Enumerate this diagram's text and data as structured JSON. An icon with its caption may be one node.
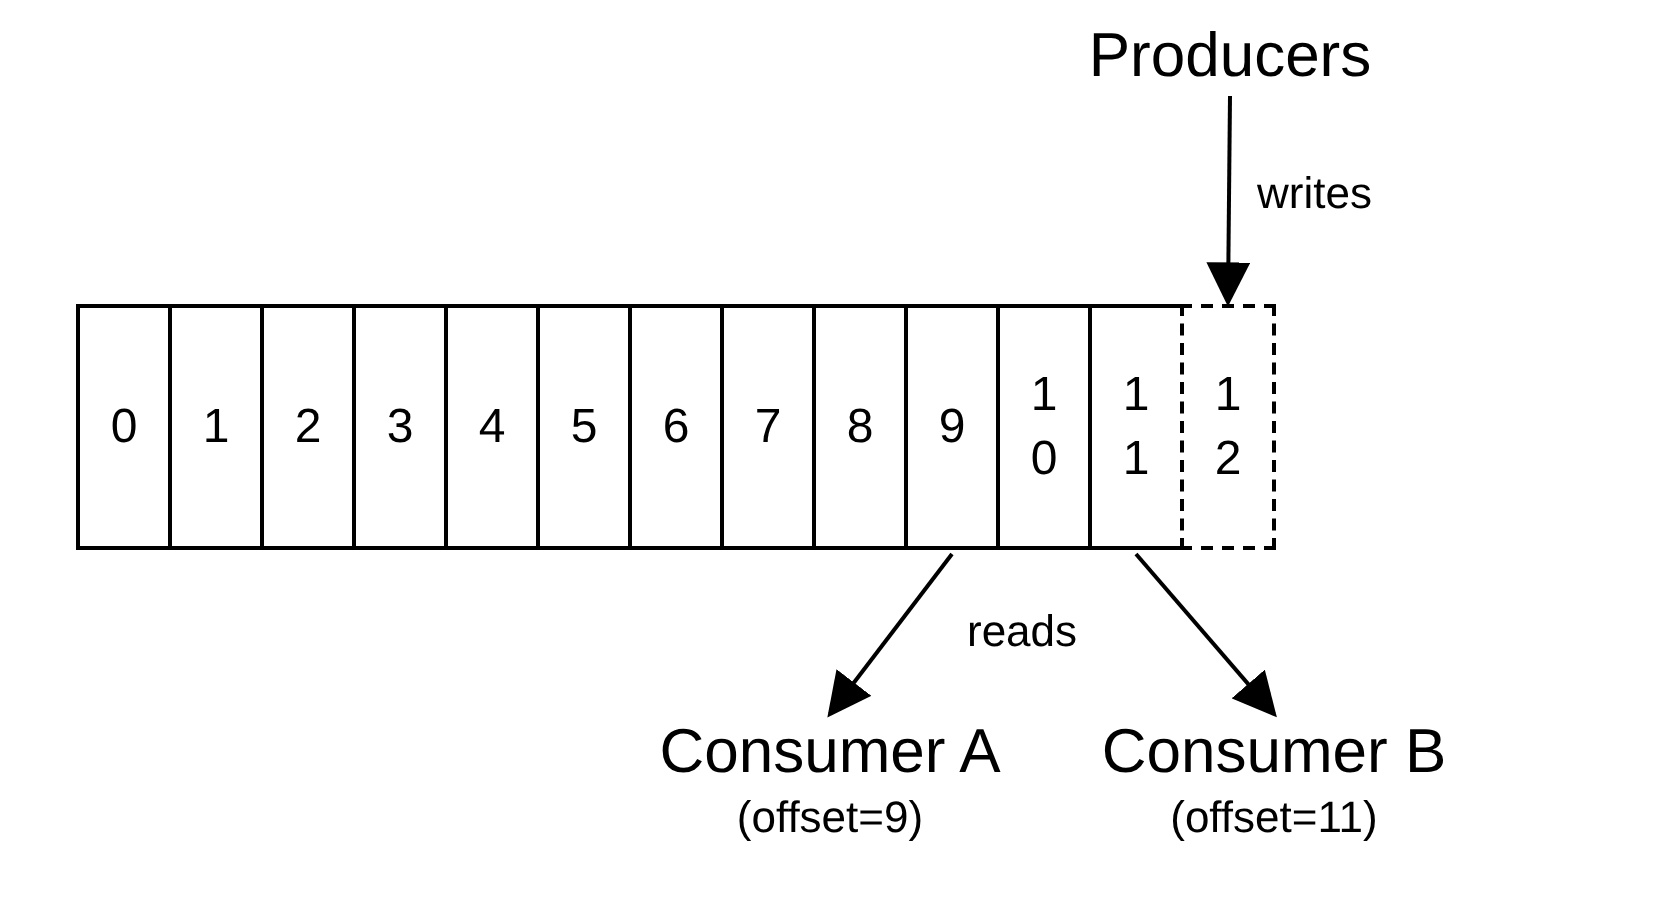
{
  "diagram": {
    "nodes": [
      {
        "text": [
          "Producers"
        ]
      },
      {
        "text": [
          "0"
        ]
      },
      {
        "text": [
          "1"
        ]
      },
      {
        "text": [
          "2"
        ]
      },
      {
        "text": [
          "3"
        ]
      },
      {
        "text": [
          "4"
        ]
      },
      {
        "text": [
          "5"
        ]
      },
      {
        "text": [
          "6"
        ]
      },
      {
        "text": [
          "7"
        ]
      },
      {
        "text": [
          "8"
        ]
      },
      {
        "text": [
          "9"
        ]
      },
      {
        "text": [
          "10"
        ]
      },
      {
        "text": [
          "11"
        ]
      },
      {
        "text": [
          "12"
        ]
      },
      {
        "text": [
          "Consumer A",
          "(offset=9)"
        ]
      },
      {
        "text": [
          "Consumer B",
          "(offset=11)"
        ]
      }
    ],
    "edges": [
      {
        "from": 0,
        "to": 13,
        "arrow": "to",
        "label": "writes"
      },
      {
        "from": 10,
        "to": 14,
        "arrow": "to",
        "label": "reads"
      },
      {
        "from": 12,
        "to": 15,
        "arrow": "to"
      }
    ]
  }
}
